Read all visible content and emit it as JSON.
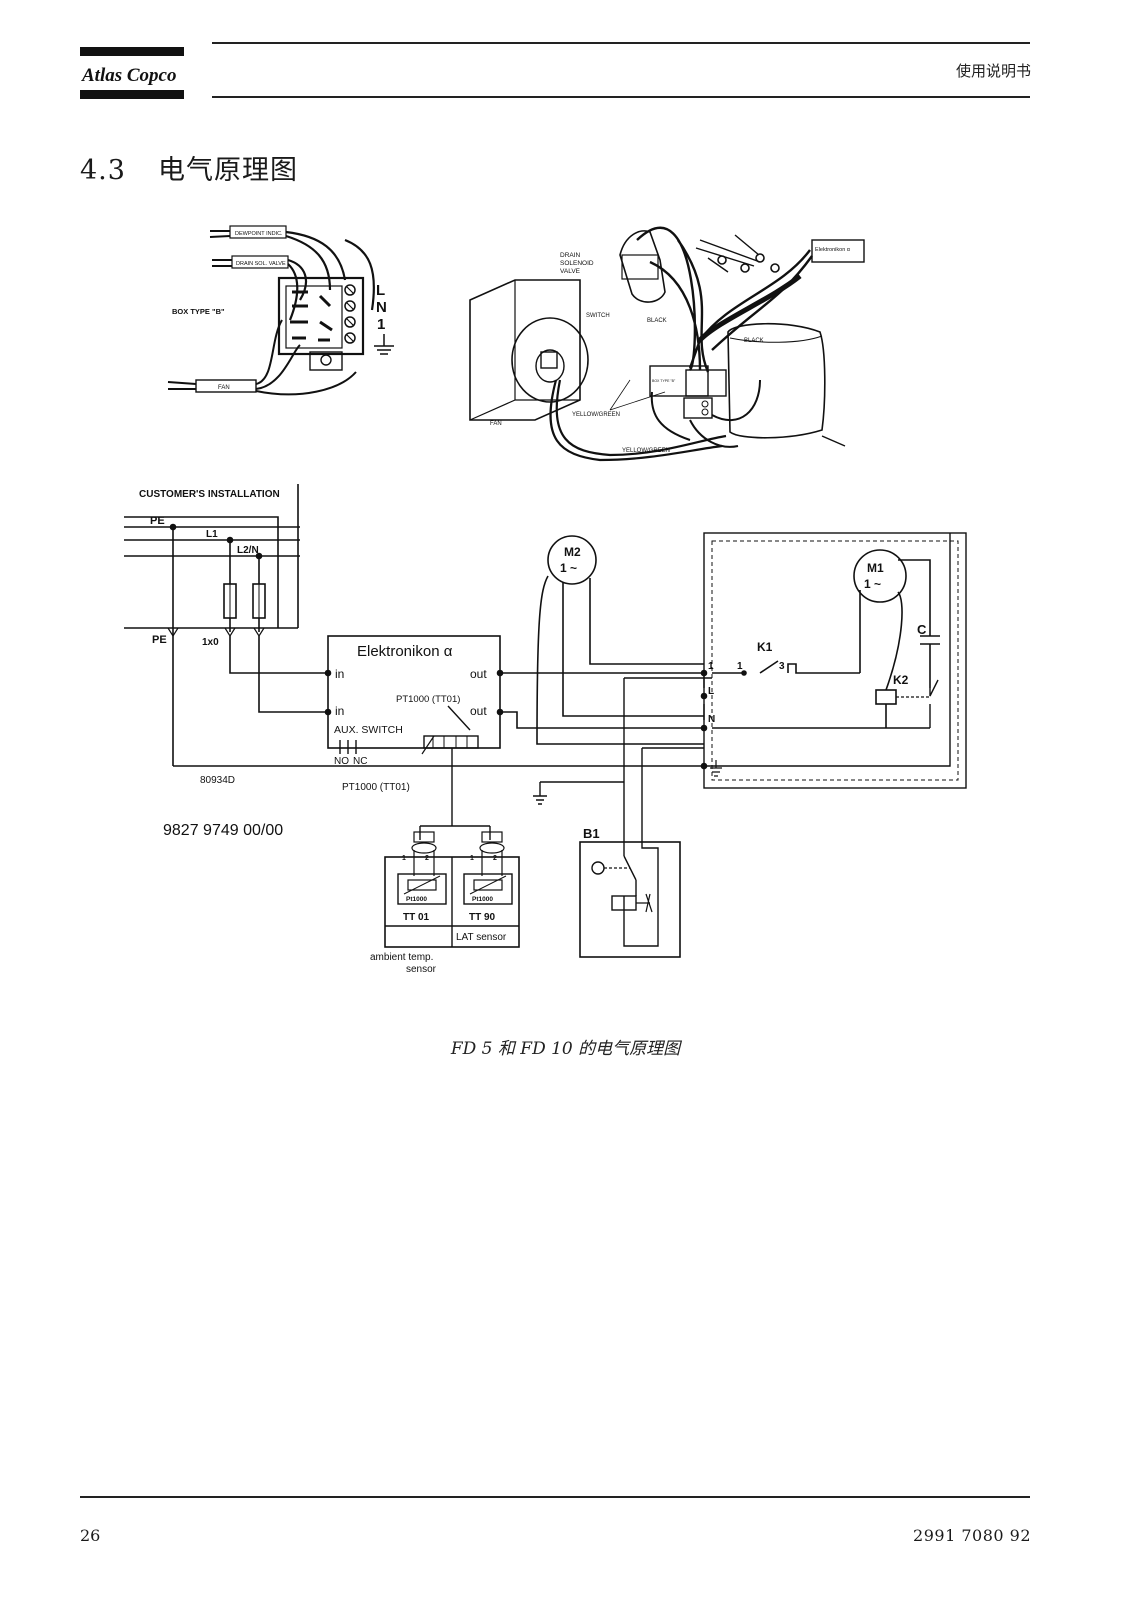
{
  "header": {
    "logo_text": "Atlas Copco",
    "doc_type": "使用说明书"
  },
  "section": {
    "number": "4.3",
    "title": "电气原理图"
  },
  "wiring_diagram": {
    "box_labels": {
      "dewpoint": "DEWPOINT INDIC.",
      "drain_valve": "DRAIN SOL. VALVE",
      "box_type": "BOX TYPE \"B\"",
      "fan": "FAN",
      "terminal_l": "L",
      "terminal_n": "N",
      "terminal_1": "1"
    },
    "pictorial_labels": {
      "drain": "DRAIN",
      "solenoid": "SOLENOID",
      "valve": "VALVE",
      "switch": "SWITCH",
      "black1": "BLACK",
      "black2": "BLACK",
      "elektronikon_small": "Elektronikon α",
      "box_type_small": "BOX TYPE \"B\"",
      "yellow_green1": "YELLOW/GREEN",
      "yellow_green2": "YELLOW/GREEN",
      "fan": "FAN"
    }
  },
  "schematic": {
    "customers_installation": "CUSTOMER'S INSTALLATION",
    "pe_top": "PE",
    "l1": "L1",
    "l2n": "L2/N",
    "pe_bottom": "PE",
    "fuse_label": "1x0",
    "controller_title": "Elektronikon α",
    "in1": "in",
    "out1": "out",
    "in2": "in",
    "pt1000_inner": "PT1000 (TT01)",
    "out2": "out",
    "aux_switch": "AUX. SWITCH",
    "no": "NO",
    "nc": "NC",
    "pt1000_bottom": "PT1000 (TT01)",
    "code_80934d": "80934D",
    "doc_number": "9827 9749 00/00",
    "m2": "M2",
    "m2_sub": "1 ~",
    "m1": "M1",
    "m1_sub": "1 ~",
    "k1": "K1",
    "k1_contact_1": "1",
    "k1_contact_3": "3",
    "c": "C",
    "k2": "K2",
    "term_1": "1",
    "term_l": "L",
    "term_n": "N",
    "b1": "B1",
    "sensor_pin_1a": "1",
    "sensor_pin_2a": "2",
    "sensor_pin_1b": "1",
    "sensor_pin_2b": "2",
    "sensor_elem_a": "Pt1000",
    "sensor_elem_b": "Pt1000",
    "tt01": "TT 01",
    "tt90": "TT 90",
    "lat_sensor": "LAT sensor",
    "ambient1": "ambient temp.",
    "ambient2": "sensor"
  },
  "caption": "FD 5 和 FD 10 的电气原理图",
  "footer": {
    "page_number": "26",
    "doc_number": "2991 7080 92"
  }
}
